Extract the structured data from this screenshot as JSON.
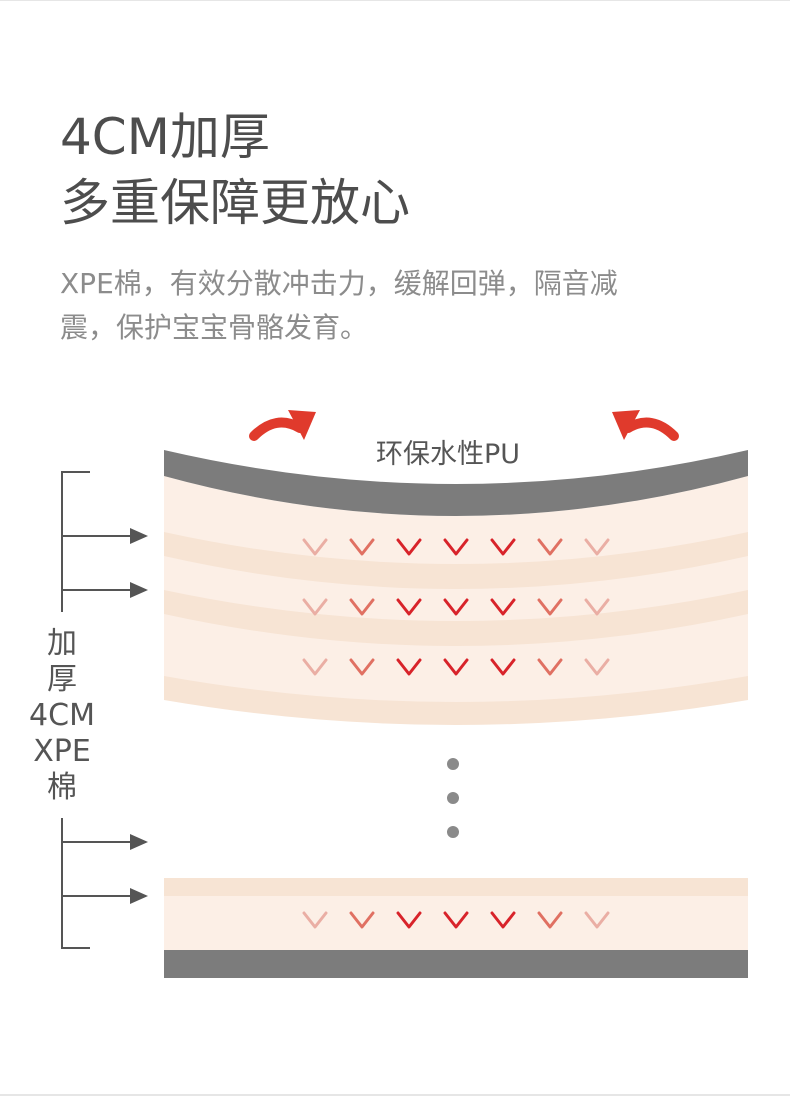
{
  "headline": {
    "line1": "4CM加厚",
    "line2": "多重保障更放心"
  },
  "description": {
    "line1": "XPE棉，有效分散冲击力，缓解回弹，隔音减",
    "line2": "震，保护宝宝骨骼发育。"
  },
  "diagram": {
    "top_layer_label": "环保水性PU",
    "side_label": [
      "加",
      "厚",
      "4CM",
      "XPE",
      "棉"
    ],
    "colors": {
      "pu_gray": "#7c7c7c",
      "foam_light": "#fcefe6",
      "foam_band": "#f7e4d4",
      "arrow_red": "#e03a2c",
      "chevron_dark": "#d8232a",
      "chevron_mid": "#e07062",
      "chevron_light": "#eaaea4",
      "bracket": "#555555",
      "dots": "#8a8a8a"
    }
  }
}
